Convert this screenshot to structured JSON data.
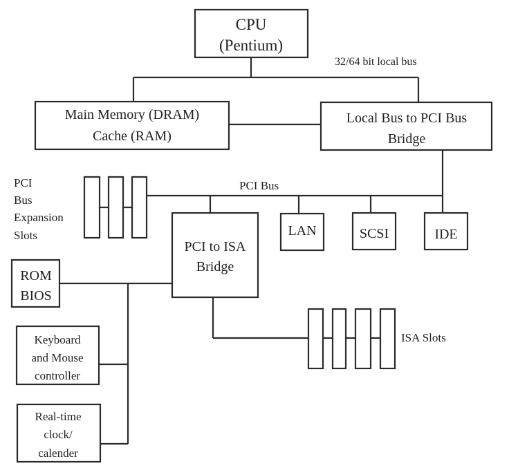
{
  "diagram": {
    "title": "PC system architecture with PCI and ISA buses",
    "nodes": {
      "cpu": {
        "lines": [
          "CPU",
          "(Pentium)"
        ]
      },
      "main_memory": {
        "lines": [
          "Main Memory (DRAM)",
          "Cache (RAM)"
        ]
      },
      "pci_bridge": {
        "lines": [
          "Local Bus to PCI Bus",
          "Bridge"
        ]
      },
      "pci_isa_bridge": {
        "lines": [
          "PCI to ISA",
          "Bridge"
        ]
      },
      "lan": {
        "lines": [
          "LAN"
        ]
      },
      "scsi": {
        "lines": [
          "SCSI"
        ]
      },
      "ide": {
        "lines": [
          "IDE"
        ]
      },
      "rom_bios": {
        "lines": [
          "ROM",
          "BIOS"
        ]
      },
      "keyboard": {
        "lines": [
          "Keyboard",
          "and Mouse",
          "controller"
        ]
      },
      "rtc": {
        "lines": [
          "Real-time",
          "clock/",
          "calender"
        ]
      }
    },
    "labels": {
      "local_bus": "32/64 bit local bus",
      "pci_bus": "PCI Bus",
      "pci_slots": [
        "PCI",
        "Bus",
        "Expansion",
        "Slots"
      ],
      "isa_slots": "ISA Slots"
    },
    "pci_slot_count": 3,
    "isa_slot_count": 4,
    "edges": [
      [
        "cpu",
        "local_bus"
      ],
      [
        "local_bus",
        "main_memory"
      ],
      [
        "local_bus",
        "pci_bridge"
      ],
      [
        "main_memory",
        "pci_bridge"
      ],
      [
        "pci_bridge",
        "pci_bus"
      ],
      [
        "pci_bus",
        "pci_slots"
      ],
      [
        "pci_bus",
        "pci_isa_bridge"
      ],
      [
        "pci_bus",
        "lan"
      ],
      [
        "pci_bus",
        "scsi"
      ],
      [
        "pci_bus",
        "ide"
      ],
      [
        "pci_isa_bridge",
        "isa_slots"
      ],
      [
        "pci_isa_bridge",
        "rom_bios"
      ],
      [
        "pci_isa_bridge",
        "keyboard"
      ],
      [
        "pci_isa_bridge",
        "rtc"
      ]
    ]
  }
}
